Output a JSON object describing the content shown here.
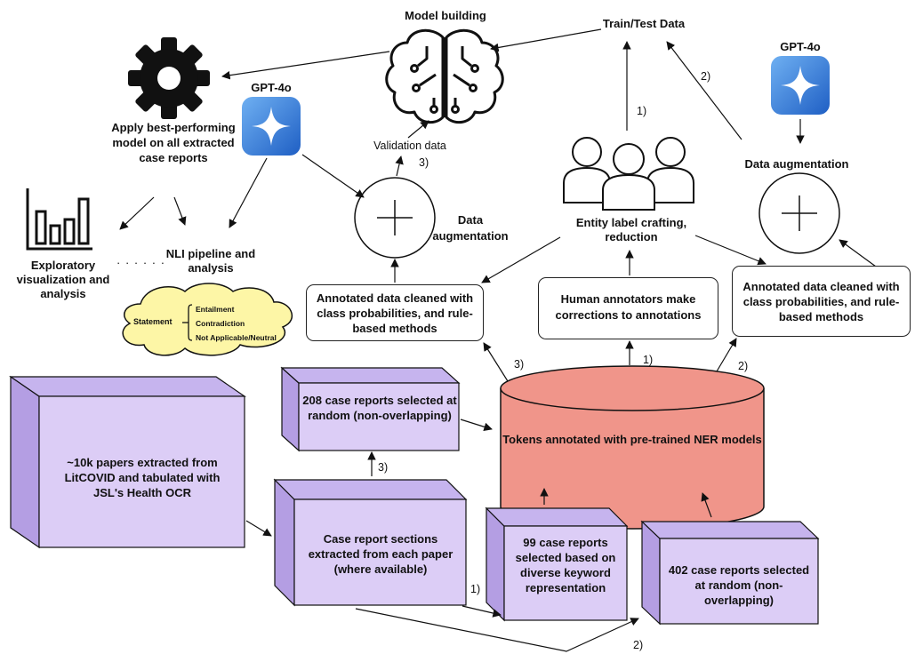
{
  "titles": {
    "model_building": "Model building",
    "train_test_data": "Train/Test Data"
  },
  "gpt_left": "GPT-4o",
  "gpt_right": "GPT-4o",
  "apply_model": "Apply best-performing model on all extracted case reports",
  "validation_data": "Validation data",
  "data_augmentation_mid": "Data augmentation",
  "data_augmentation_right": "Data augmentation",
  "entity_label": "Entity label crafting, reduction",
  "exploratory": "Exploratory visualization and analysis",
  "dots": "· · · · · ·",
  "nli": "NLI pipeline and analysis",
  "cloud": {
    "statement": "Statement",
    "options": [
      "Entailment",
      "Contradiction",
      "Not Applicable/Neutral"
    ]
  },
  "boxes": {
    "annotated_left": "Annotated data cleaned with class probabilities, and rule-based methods",
    "human_annotators": "Human annotators make corrections to annotations",
    "annotated_right": "Annotated data cleaned with class probabilities, and rule-based methods"
  },
  "cubes": {
    "litcovid": "~10k papers extracted from LitCOVID and tabulated with JSL's Health OCR",
    "case_sections": "Case report sections extracted from each paper (where available)",
    "reports_208": "208 case reports selected at random (non-overlapping)",
    "reports_99": "99 case reports selected based on diverse keyword representation",
    "reports_402": "402 case reports selected at random (non-overlapping)"
  },
  "cylinder": "Tokens annotated with pre-trained NER models",
  "step_labels": {
    "s1_train": "1)",
    "s2_train": "2)",
    "s3_val": "3)",
    "s3_annot": "3)",
    "s1_annot": "1)",
    "s2_annot": "2)",
    "s3_cube": "3)",
    "s1_cube": "1)",
    "s2_cube": "2)"
  },
  "colors": {
    "cube_face": "#dccdf6",
    "cube_side": "#b49ee3",
    "cylinder": "#f0958a",
    "cloud": "#fdf6a6",
    "gpt_blue": "#3b7fd8"
  }
}
